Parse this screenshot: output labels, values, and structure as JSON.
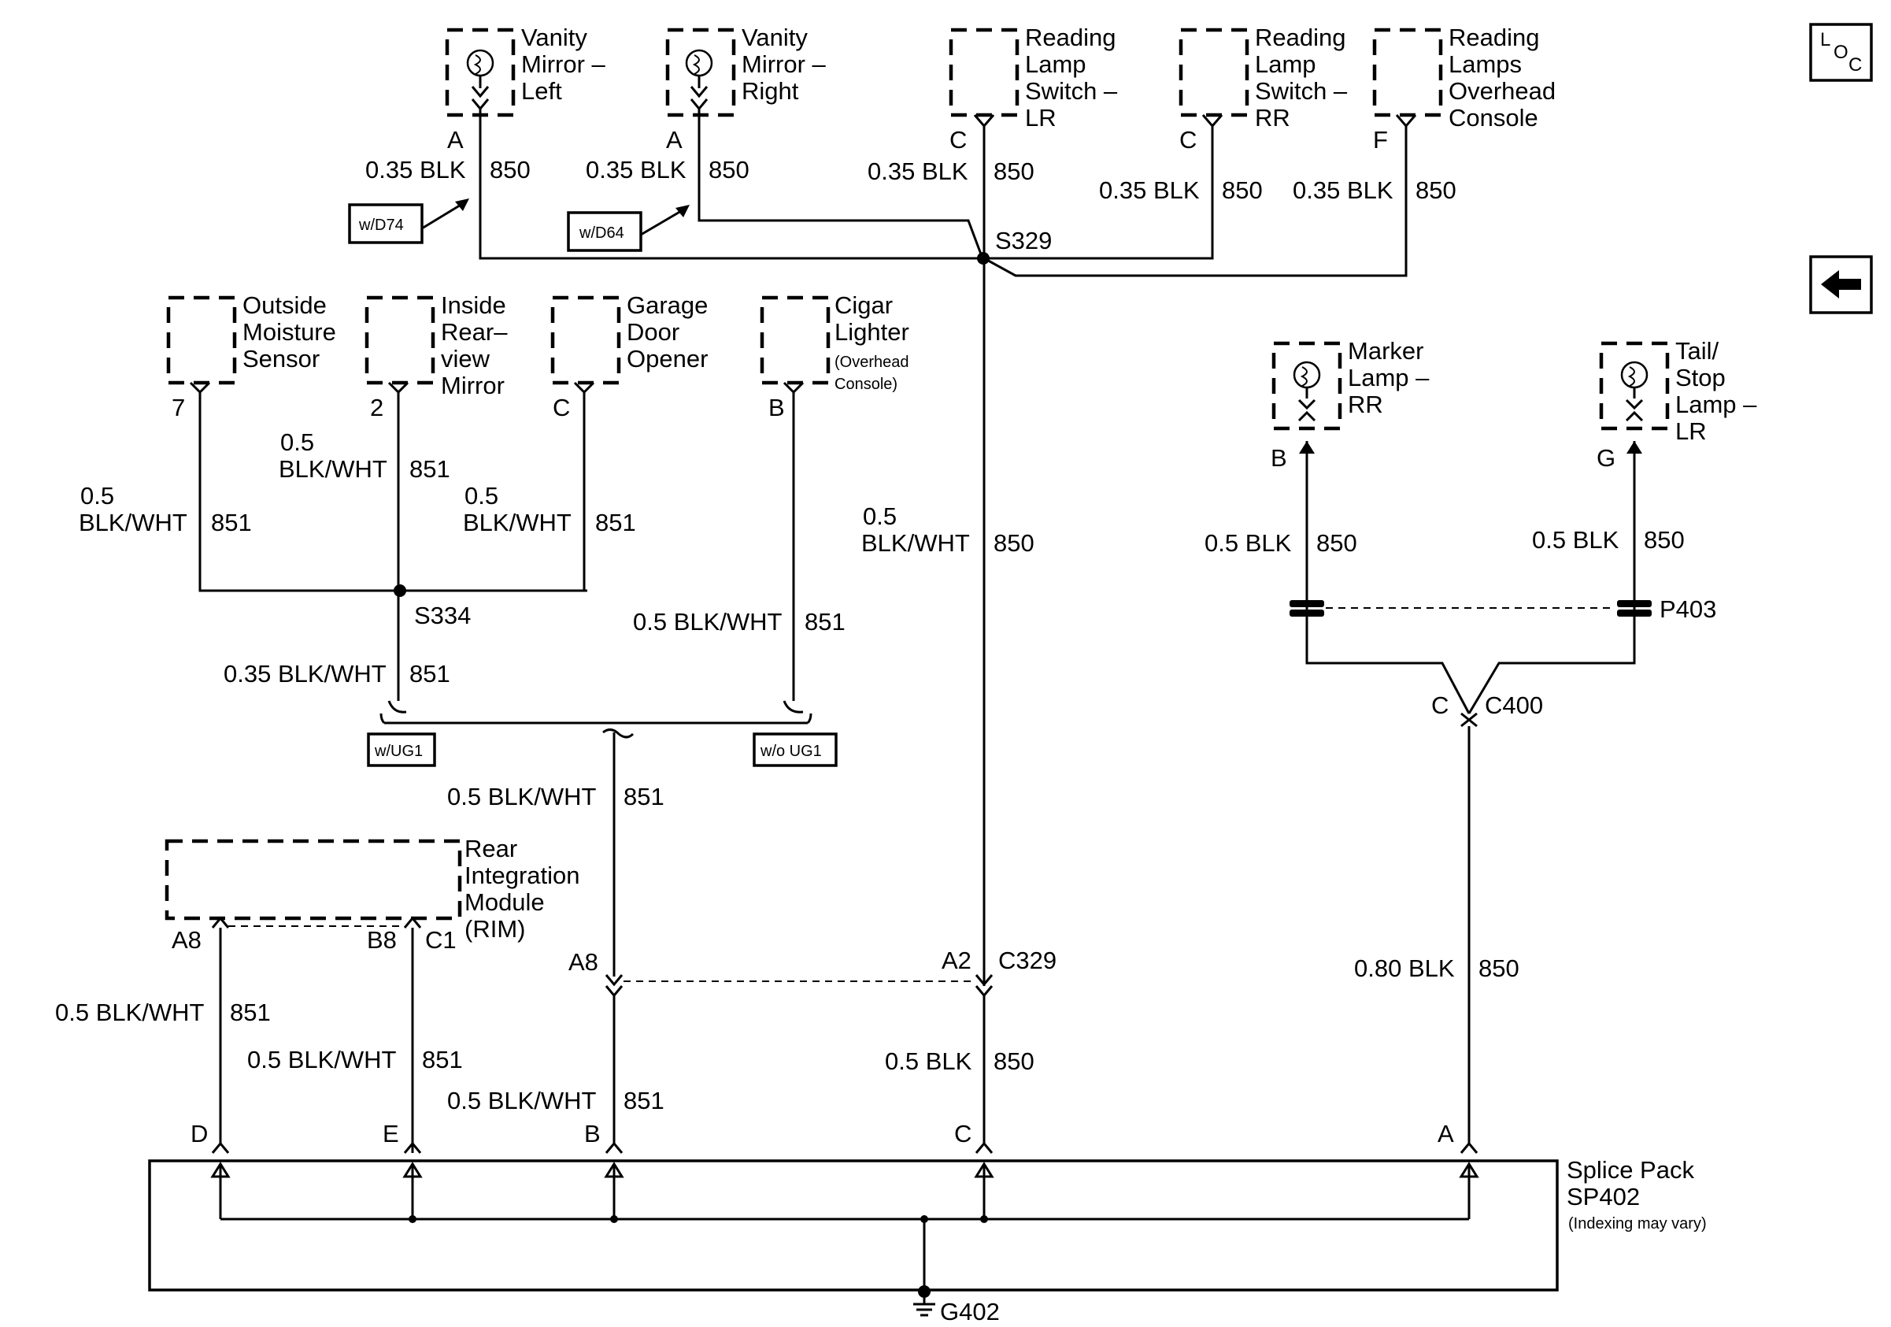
{
  "components": {
    "vanity_left": [
      "Vanity",
      "Mirror –",
      "Left"
    ],
    "vanity_right": [
      "Vanity",
      "Mirror –",
      "Right"
    ],
    "reading_lr": [
      "Reading",
      "Lamp",
      "Switch –",
      "LR"
    ],
    "reading_rr": [
      "Reading",
      "Lamp",
      "Switch –",
      "RR"
    ],
    "reading_overhead": [
      "Reading",
      "Lamps",
      "Overhead",
      "Console"
    ],
    "outside_moisture": [
      "Outside",
      "Moisture",
      "Sensor"
    ],
    "inside_mirror": [
      "Inside",
      "Rear–",
      "view",
      "Mirror"
    ],
    "garage_door": [
      "Garage",
      "Door",
      "Opener"
    ],
    "cigar_lighter": [
      "Cigar",
      "Lighter"
    ],
    "cigar_lighter_sub": [
      "(Overhead",
      "Console)"
    ],
    "marker_lamp": [
      "Marker",
      "Lamp –",
      "RR"
    ],
    "tail_stop": [
      "Tail/",
      "Stop",
      "Lamp –",
      "LR"
    ],
    "rim": [
      "Rear",
      "Integration",
      "Module",
      "(RIM)"
    ],
    "splice_pack": [
      "Splice Pack",
      "SP402"
    ],
    "splice_pack_note": "(Indexing may vary)"
  },
  "pins": {
    "vanity_left": "A",
    "vanity_right": "A",
    "reading_lr": "C",
    "reading_rr": "C",
    "reading_overhead": "F",
    "outside_moisture": "7",
    "inside_mirror": "2",
    "garage_door": "C",
    "cigar_lighter": "B",
    "marker_lamp": "B",
    "tail_stop": "G",
    "rim_a8": "A8",
    "rim_b8": "B8",
    "rim_c1": "C1",
    "c329_a8": "A8",
    "c329_a2": "A2",
    "c400_c": "C",
    "sp_d": "D",
    "sp_e": "E",
    "sp_b": "B",
    "sp_c": "C",
    "sp_a": "A"
  },
  "wires": {
    "vanity_left": [
      "0.35 BLK",
      "850"
    ],
    "vanity_right": [
      "0.35 BLK",
      "850"
    ],
    "reading_lr": [
      "0.35 BLK",
      "850"
    ],
    "reading_rr": [
      "0.35 BLK",
      "850"
    ],
    "reading_overhead": [
      "0.35 BLK",
      "850"
    ],
    "outside_moisture": [
      "0.5",
      "BLK/WHT",
      "851"
    ],
    "inside_mirror": [
      "0.5",
      "BLK/WHT",
      "851"
    ],
    "garage_door": [
      "0.5",
      "BLK/WHT",
      "851"
    ],
    "s334_down": [
      "0.35 BLK/WHT",
      "851"
    ],
    "cigar_lighter": [
      "0.5 BLK/WHT",
      "851"
    ],
    "main_850": [
      "0.5",
      "BLK/WHT",
      "850"
    ],
    "marker_lamp": [
      "0.5 BLK",
      "850"
    ],
    "tail_stop": [
      "0.5 BLK",
      "850"
    ],
    "merge_851": [
      "0.5 BLK/WHT",
      "851"
    ],
    "rim_a8": [
      "0.5 BLK/WHT",
      "851"
    ],
    "rim_c1": [
      "0.5 BLK/WHT",
      "851"
    ],
    "c329_a8_down": [
      "0.5 BLK/WHT",
      "851"
    ],
    "c329_a2_down": [
      "0.5 BLK",
      "850"
    ],
    "c400_down": [
      "0.80 BLK",
      "850"
    ]
  },
  "splices": {
    "s329": "S329",
    "s334": "S334"
  },
  "connectors": {
    "c329": "C329",
    "c400": "C400",
    "p403": "P403",
    "g402": "G402"
  },
  "options": {
    "d74": "w/D74",
    "d64": "w/D64",
    "ug1": "w/UG1",
    "no_ug1": "w/o UG1"
  },
  "nav": {
    "loc": [
      "L",
      "O",
      "C"
    ],
    "back_icon": "left-arrow-icon"
  }
}
